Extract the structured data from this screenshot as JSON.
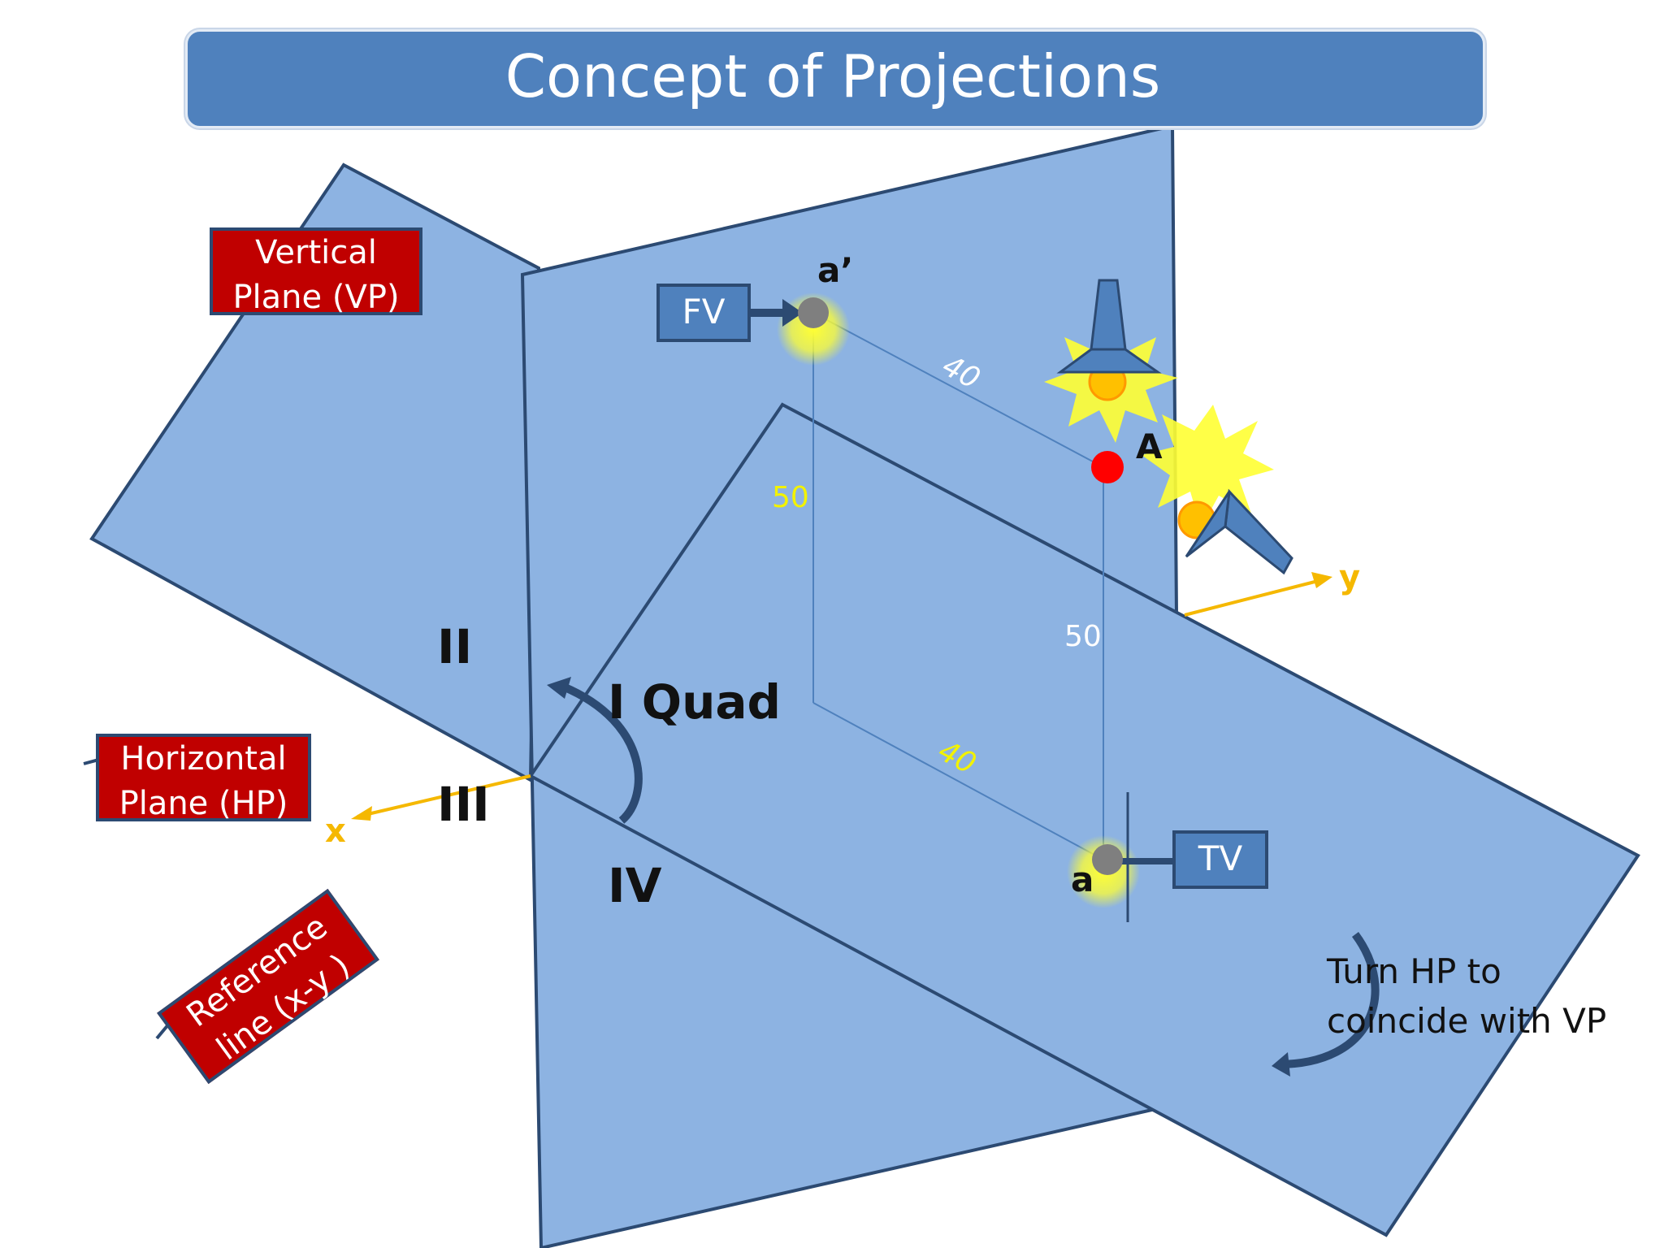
{
  "title": "Concept of Projections",
  "labels": {
    "vp": "Vertical Plane (VP)",
    "hp": "Horizontal Plane (HP)",
    "ref": "Reference line (x-y )",
    "fv": "FV",
    "tv": "TV"
  },
  "quadrants": {
    "q1": "I Quad",
    "q2": "II",
    "q3": "III",
    "q4": "IV"
  },
  "points": {
    "a_prime": "a’",
    "A": "A",
    "a": "a"
  },
  "axes": {
    "x": "x",
    "y": "y"
  },
  "dimensions": {
    "vp_distance": "40",
    "hp_distance": "40",
    "vp_height": "50",
    "hp_height": "50"
  },
  "note": {
    "line1": "Turn HP to",
    "line2": "coincide with VP"
  },
  "colors": {
    "plane": "#8db3e2",
    "plane_border": "#2c4a72",
    "label_red": "#c00000",
    "label_blue": "#4f81bd",
    "axis": "#f5b800",
    "point_A": "#ff0000",
    "projection_point": "#7f7f7f",
    "glow": "#ffff33"
  },
  "icons": [
    "lamp-top-icon",
    "lamp-side-icon",
    "rotation-arrow-icon"
  ]
}
